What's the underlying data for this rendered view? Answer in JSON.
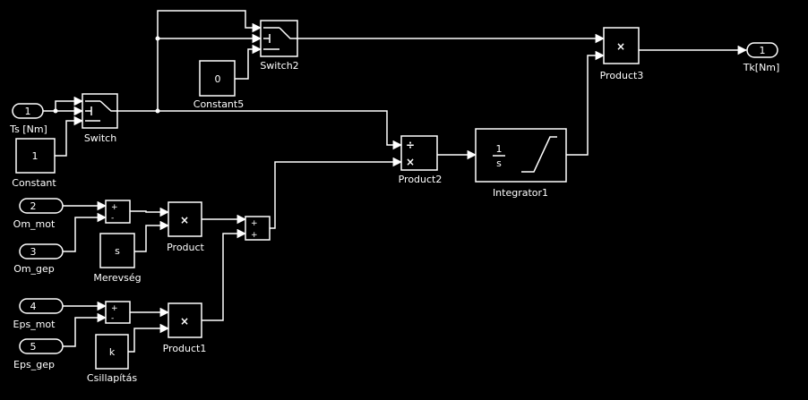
{
  "inports": [
    {
      "number": "1",
      "label": "Ts [Nm]"
    },
    {
      "number": "2",
      "label": "Om_mot"
    },
    {
      "number": "3",
      "label": "Om_gep"
    },
    {
      "number": "4",
      "label": "Eps_mot"
    },
    {
      "number": "5",
      "label": "Eps_gep"
    }
  ],
  "outport": {
    "number": "1",
    "label": "Tk[Nm]"
  },
  "constants": [
    {
      "value": "1",
      "label": "Constant"
    },
    {
      "value": "0",
      "label": "Constant5"
    },
    {
      "value": "s",
      "label": "Merevség"
    },
    {
      "value": "k",
      "label": "Csillapítás"
    }
  ],
  "switches": [
    {
      "label": "Switch"
    },
    {
      "label": "Switch2"
    }
  ],
  "sums": [
    {
      "top_sign": "+",
      "bottom_sign": "-"
    },
    {
      "top_sign": "+",
      "bottom_sign": "-"
    },
    {
      "top_sign": "+",
      "bottom_sign": "+"
    }
  ],
  "products": [
    {
      "label": "Product",
      "symbol": "×"
    },
    {
      "label": "Product1",
      "symbol": "×"
    },
    {
      "label": "Product2",
      "top_symbol": "÷",
      "bottom_symbol": "×"
    },
    {
      "label": "Product3",
      "symbol": "×"
    }
  ],
  "integrator": {
    "label": "Integrator1",
    "numerator": "1",
    "denominator": "s"
  }
}
